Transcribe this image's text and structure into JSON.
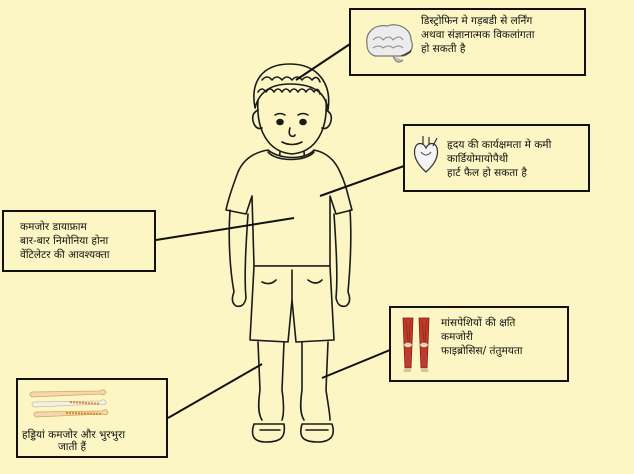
{
  "background_color": "#fbf6c3",
  "callouts": {
    "brain": {
      "icon": "brain-icon",
      "lines": [
        "डिस्ट्रोफिन मे गड़बडी से लर्निंग",
        "अथवा संज्ञानात्मक  विकलांगता",
        "हो सकती है"
      ]
    },
    "heart": {
      "icon": "heart-icon",
      "lines": [
        "हृदय की कार्यक्षमता मे कमी",
        "कार्डियोमायोपैथी",
        "हार्ट   फैल हो सकता है"
      ]
    },
    "diaphragm": {
      "lines": [
        "कमजोर डायाफ्राम",
        "बार-बार निमोनिया होना",
        "वेंटिलेटर की आवश्यक्ता"
      ]
    },
    "muscle": {
      "icon": "leg-muscles-icon",
      "lines": [
        "मांसपेशियों की क्षति",
        "कमजोरी",
        "फाइब्रोसिस/ तंतुमयता"
      ]
    },
    "bone": {
      "icon": "bones-icon",
      "lines": [
        "हड्डियां कमजोर और भुरभुरा",
        "जाती हैं"
      ]
    }
  }
}
